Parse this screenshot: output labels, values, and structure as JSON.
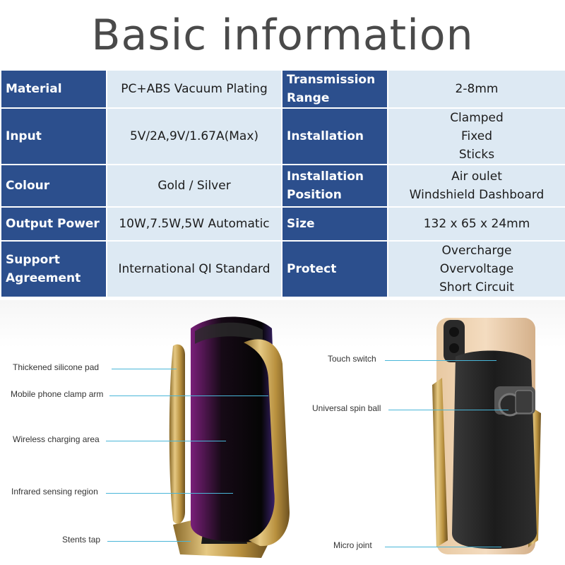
{
  "title": "Basic information",
  "specs": [
    {
      "left": {
        "label": [
          "Material"
        ],
        "value": [
          "PC+ABS Vacuum Plating"
        ]
      },
      "right": {
        "label": [
          "Transmission",
          "Range"
        ],
        "value": [
          "2-8mm"
        ]
      }
    },
    {
      "left": {
        "label": [
          "Input"
        ],
        "value": [
          "5V/2A,9V/1.67A(Max)"
        ]
      },
      "right": {
        "label": [
          "Installation"
        ],
        "value": [
          "Clamped",
          "Fixed",
          "Sticks"
        ]
      }
    },
    {
      "left": {
        "label": [
          "Colour"
        ],
        "value": [
          "Gold / Silver"
        ]
      },
      "right": {
        "label": [
          "Installation",
          "Position"
        ],
        "value": [
          "Air oulet",
          "Windshield Dashboard"
        ]
      }
    },
    {
      "left": {
        "label": [
          "Output Power"
        ],
        "value": [
          "10W,7.5W,5W Automatic"
        ]
      },
      "right": {
        "label": [
          "Size"
        ],
        "value": [
          "132 x 65 x 24mm"
        ]
      }
    },
    {
      "left": {
        "label": [
          "Support",
          "Agreement"
        ],
        "value": [
          "International QI Standard"
        ]
      },
      "right": {
        "label": [
          "Protect"
        ],
        "value": [
          "Overcharge",
          "Overvoltage",
          "Short Circuit"
        ]
      }
    }
  ],
  "callouts_front": [
    "Thickened silicone pad",
    "Mobile phone clamp arm",
    "Wireless charging area",
    "Infrared sensing region",
    "Stents tap"
  ],
  "callouts_back": [
    "Touch switch",
    "Universal spin ball",
    "Micro joint"
  ],
  "colors": {
    "title_text": "#4a4a4a",
    "key_cell": "#2c4f8d",
    "value_cell": "#dde9f3",
    "gold": "#c9a24e",
    "leader_line": "#49b6d8"
  }
}
